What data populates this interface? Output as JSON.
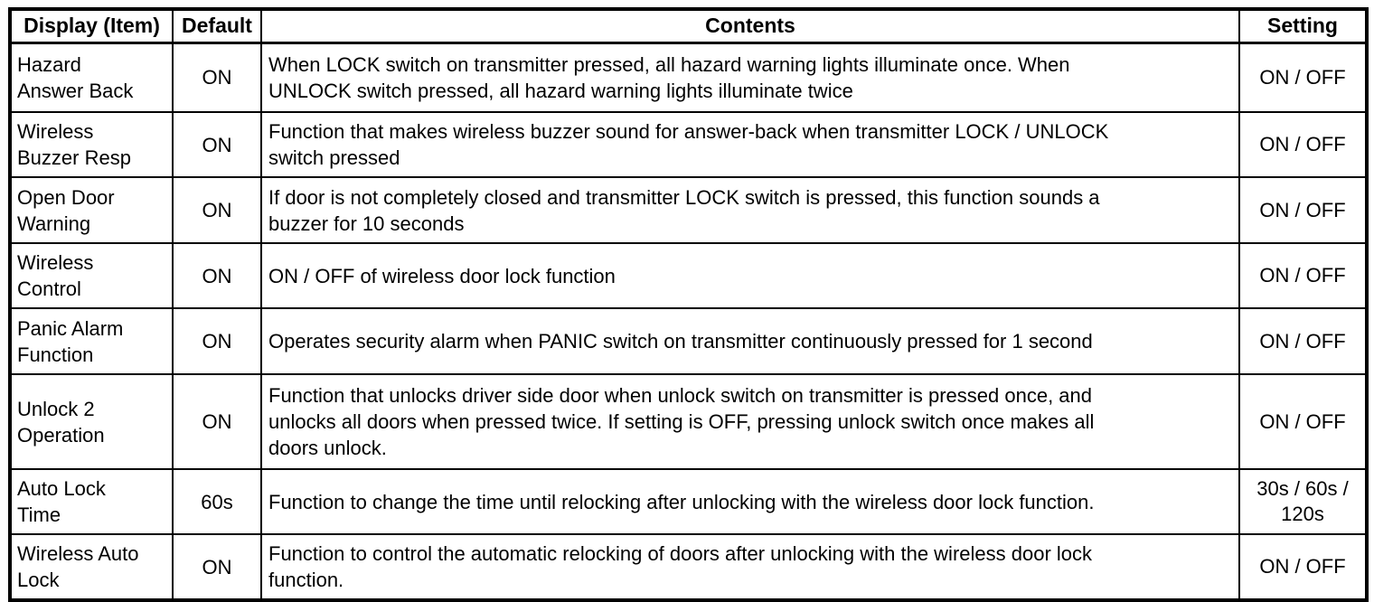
{
  "colors": {
    "background": "#ffffff",
    "border": "#000000",
    "text": "#000000"
  },
  "table": {
    "headers": {
      "display": "Display (Item)",
      "default": "Default",
      "contents": "Contents",
      "setting": "Setting"
    },
    "rows": [
      {
        "display": "Hazard\nAnswer Back",
        "default": "ON",
        "contents": "When LOCK switch on transmitter pressed, all hazard warning lights illuminate once. When\nUNLOCK switch pressed, all hazard warning lights illuminate twice",
        "setting": "ON / OFF"
      },
      {
        "display": "Wireless\nBuzzer Resp",
        "default": "ON",
        "contents": "Function that makes wireless buzzer sound for answer-back when transmitter LOCK / UNLOCK\nswitch pressed",
        "setting": "ON / OFF"
      },
      {
        "display": "Open Door\nWarning",
        "default": "ON",
        "contents": "If door is not completely closed and transmitter LOCK switch is pressed, this function sounds a\nbuzzer for 10 seconds",
        "setting": "ON / OFF"
      },
      {
        "display": "Wireless\nControl",
        "default": "ON",
        "contents": "ON / OFF of wireless door lock function",
        "setting": "ON / OFF"
      },
      {
        "display": "Panic Alarm\nFunction",
        "default": "ON",
        "contents": "Operates security alarm when PANIC switch on transmitter continuously pressed for 1 second",
        "setting": "ON / OFF"
      },
      {
        "display": "Unlock 2\nOperation",
        "default": "ON",
        "contents": "Function that unlocks driver side door when unlock switch on transmitter is pressed once, and\nunlocks all doors when pressed twice. If setting is OFF, pressing unlock switch once makes all\ndoors unlock.",
        "setting": "ON / OFF"
      },
      {
        "display": "Auto Lock\nTime",
        "default": "60s",
        "contents": "Function to change the time until relocking after unlocking with the wireless door lock function.",
        "setting": "30s / 60s /\n120s"
      },
      {
        "display": "Wireless Auto\nLock",
        "default": "ON",
        "contents": "Function to control the automatic relocking of doors after unlocking with the wireless door lock\nfunction.",
        "setting": "ON / OFF"
      }
    ]
  }
}
